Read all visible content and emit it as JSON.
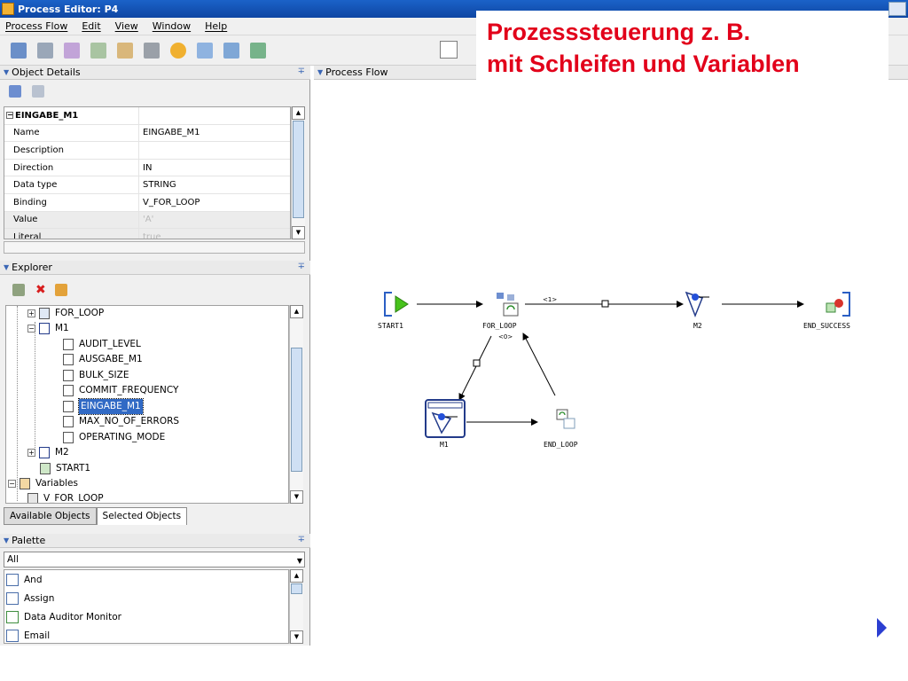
{
  "window": {
    "title": "Process Editor: P4"
  },
  "menu": [
    "Process Flow",
    "Edit",
    "View",
    "Window",
    "Help"
  ],
  "callout": {
    "line1": "Prozesssteuerung z. B.",
    "line2": "mit Schleifen und Variablen"
  },
  "object_details": {
    "header": "Object Details",
    "object_name": "EINGABE_M1",
    "rows": [
      {
        "key": "Name",
        "value": "EINGABE_M1"
      },
      {
        "key": "Description",
        "value": ""
      },
      {
        "key": "Direction",
        "value": "IN"
      },
      {
        "key": "Data type",
        "value": "STRING"
      },
      {
        "key": "Binding",
        "value": "V_FOR_LOOP"
      },
      {
        "key": "Value",
        "value": "'A'"
      },
      {
        "key": "Literal",
        "value": "true"
      }
    ]
  },
  "explorer": {
    "header": "Explorer",
    "nodes": [
      {
        "label": "FOR_LOOP"
      },
      {
        "label": "M1"
      },
      {
        "label": "AUDIT_LEVEL"
      },
      {
        "label": "AUSGABE_M1"
      },
      {
        "label": "BULK_SIZE"
      },
      {
        "label": "COMMIT_FREQUENCY"
      },
      {
        "label": "EINGABE_M1"
      },
      {
        "label": "MAX_NO_OF_ERRORS"
      },
      {
        "label": "OPERATING_MODE"
      },
      {
        "label": "M2"
      },
      {
        "label": "START1"
      },
      {
        "label": "Variables"
      },
      {
        "label": "V_FOR_LOOP"
      }
    ],
    "tabs": [
      "Available Objects",
      "Selected Objects"
    ]
  },
  "palette": {
    "header": "Palette",
    "filter": "All",
    "items": [
      "And",
      "Assign",
      "Data Auditor Monitor",
      "Email"
    ]
  },
  "process_flow": {
    "header": "Process Flow",
    "nodes": {
      "start1": "START1",
      "for_loop": "FOR_LOOP",
      "m2": "M2",
      "end_success": "END_SUCCESS",
      "m1": "M1",
      "end_loop": "END_LOOP"
    },
    "edge_labels": {
      "for_loop_m2": "<1>",
      "for_loop_m1": "<0>"
    }
  },
  "colors": {
    "accent": "#e2001a",
    "selection": "#316ac5",
    "title_bar": "#1b62c8",
    "nav_arrow": "#2b3ed1"
  }
}
